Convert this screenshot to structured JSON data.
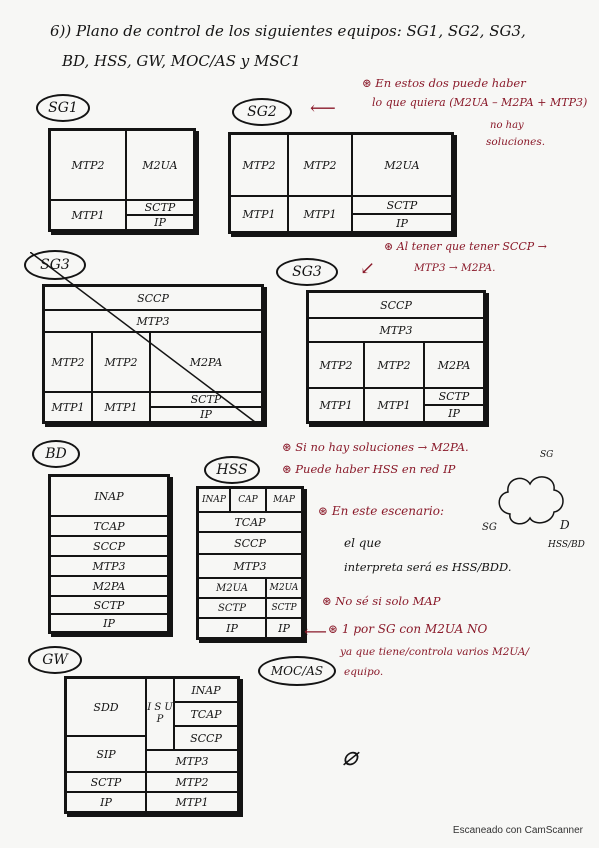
{
  "header": {
    "line1": "6)) Plano de control de los siguientes equipos: SG1, SG2, SG3,",
    "line2": "BD, HSS, GW, MOC/AS y MSC1"
  },
  "sg1": {
    "label": "SG1",
    "cells": [
      "MTP2",
      "M2UA",
      "SCTP",
      "MTP1",
      "IP"
    ]
  },
  "sg2": {
    "label": "SG2",
    "cells": [
      "MTP2",
      "MTP2",
      "M2UA",
      "SCTP",
      "MTP1",
      "MTP1",
      "IP"
    ]
  },
  "note_sg2": {
    "bullet": "⊛",
    "line1": "En estos dos puede haber",
    "line2": "lo que quiera (M2UA – M2PA + MTP3)",
    "line3": "no hay",
    "line4": "soluciones."
  },
  "sg3a": {
    "label": "SG3",
    "cells": [
      "SCCP",
      "MTP3",
      "MTP2",
      "MTP2",
      "M2PA",
      "SCTP",
      "MTP1",
      "MTP1",
      "IP"
    ]
  },
  "sg3b": {
    "label": "SG3",
    "cells": [
      "SCCP",
      "MTP3",
      "MTP2",
      "MTP2",
      "M2PA",
      "SCTP",
      "MTP1",
      "MTP1",
      "IP"
    ]
  },
  "note_sg3": {
    "bullet": "⊛",
    "line1": "Al tener que tener SCCP →",
    "line2": "MTP3 → M2PA."
  },
  "bd": {
    "label": "BD",
    "cells": [
      "INAP",
      "TCAP",
      "SCCP",
      "MTP3",
      "M2PA",
      "SCTP",
      "IP"
    ]
  },
  "hss": {
    "label": "HSS",
    "cells": [
      "INAP",
      "CAP",
      "MAP",
      "TCAP",
      "SCCP",
      "MTP3",
      "M2UA",
      "M2UA",
      "SCTP",
      "SCTP",
      "IP",
      "IP"
    ]
  },
  "notes_hss": [
    {
      "bullet": "⊛",
      "text": "Si no hay soluciones → M2PA."
    },
    {
      "bullet": "⊛",
      "text": "Puede haber HSS en red IP"
    }
  ],
  "note_scenario": {
    "bullet": "⊛",
    "line1": "En este escenario:",
    "line2": "el que",
    "line3": "interpreta será es HSS/BDD."
  },
  "cloud": {
    "sg": "SG",
    "sg2": "SG",
    "d": "D",
    "hssbd": "HSS/BD"
  },
  "note_map": {
    "bullet": "⊛",
    "text": "No sé si solo MAP"
  },
  "note_m2ua": {
    "bullet": "⊛",
    "line1": "1 por SG con M2UA NO",
    "line2": "ya que tiene/controla varios M2UA/",
    "line3": "equipo."
  },
  "gw": {
    "label": "GW",
    "cells": [
      "SDD",
      "I S U P",
      "INAP",
      "TCAP",
      "SCCP",
      "SIP",
      "MTP3",
      "SCTP",
      "MTP2",
      "IP",
      "MTP1"
    ]
  },
  "mocas": {
    "label": "MOC/AS",
    "glyph": "⌀"
  },
  "footer": "Escaneado con CamScanner"
}
